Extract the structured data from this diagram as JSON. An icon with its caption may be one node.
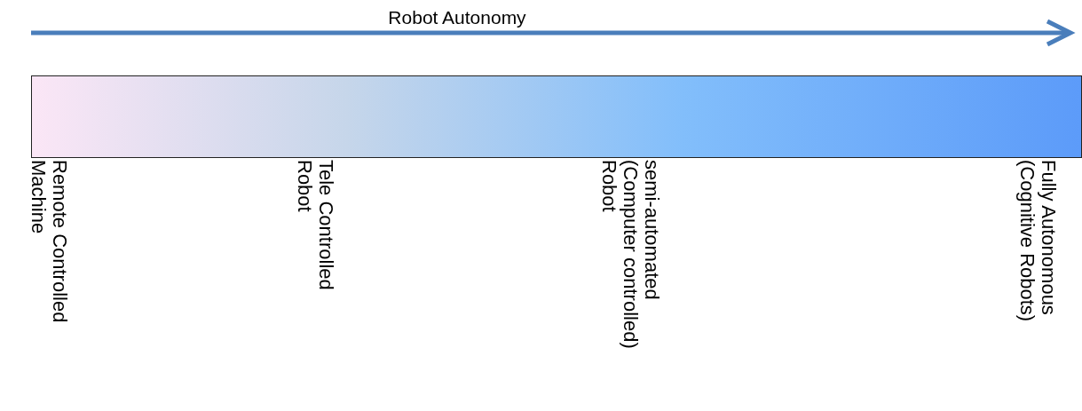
{
  "diagram": {
    "nodes": [
      {
        "text": [],
        "shape": "bar"
      }
    ],
    "labels": [
      "Robot Autonomy",
      "Remote Controlled Machine",
      "Tele Controlled Robot",
      "semi-automated (Computer controlled) Robot",
      "Fully Autonomous (Cognitive Robots)"
    ]
  }
}
